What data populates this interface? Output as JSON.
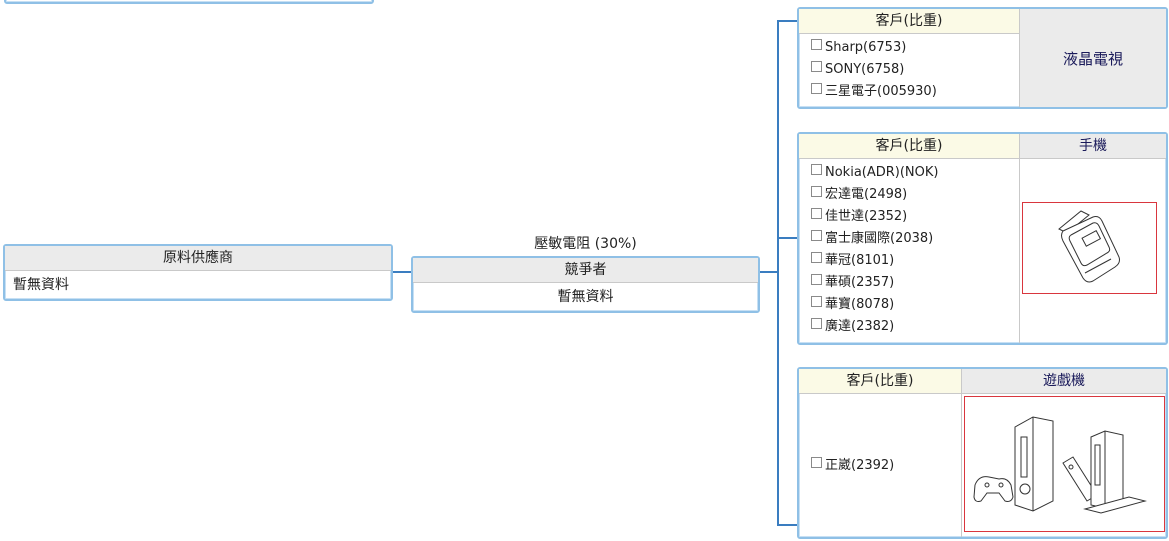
{
  "top_stub": {},
  "supplier": {
    "title": "原料供應商",
    "value": "暫無資料"
  },
  "main_node": {
    "label": "壓敏電阻 (30%)",
    "title": "競爭者",
    "value": "暫無資料"
  },
  "groups": [
    {
      "customers_header": "客戶(比重)",
      "product": "液晶電視",
      "customers": [
        "Sharp(6753)",
        "SONY(6758)",
        "三星電子(005930)"
      ]
    },
    {
      "customers_header": "客戶(比重)",
      "product": "手機",
      "customers": [
        "Nokia(ADR)(NOK)",
        "宏達電(2498)",
        "佳世達(2352)",
        "富士康國際(2038)",
        "華冠(8101)",
        "華碩(2357)",
        "華寶(8078)",
        "廣達(2382)"
      ]
    },
    {
      "customers_header": "客戶(比重)",
      "product": "遊戲機",
      "customers": [
        "正崴(2392)"
      ]
    }
  ]
}
